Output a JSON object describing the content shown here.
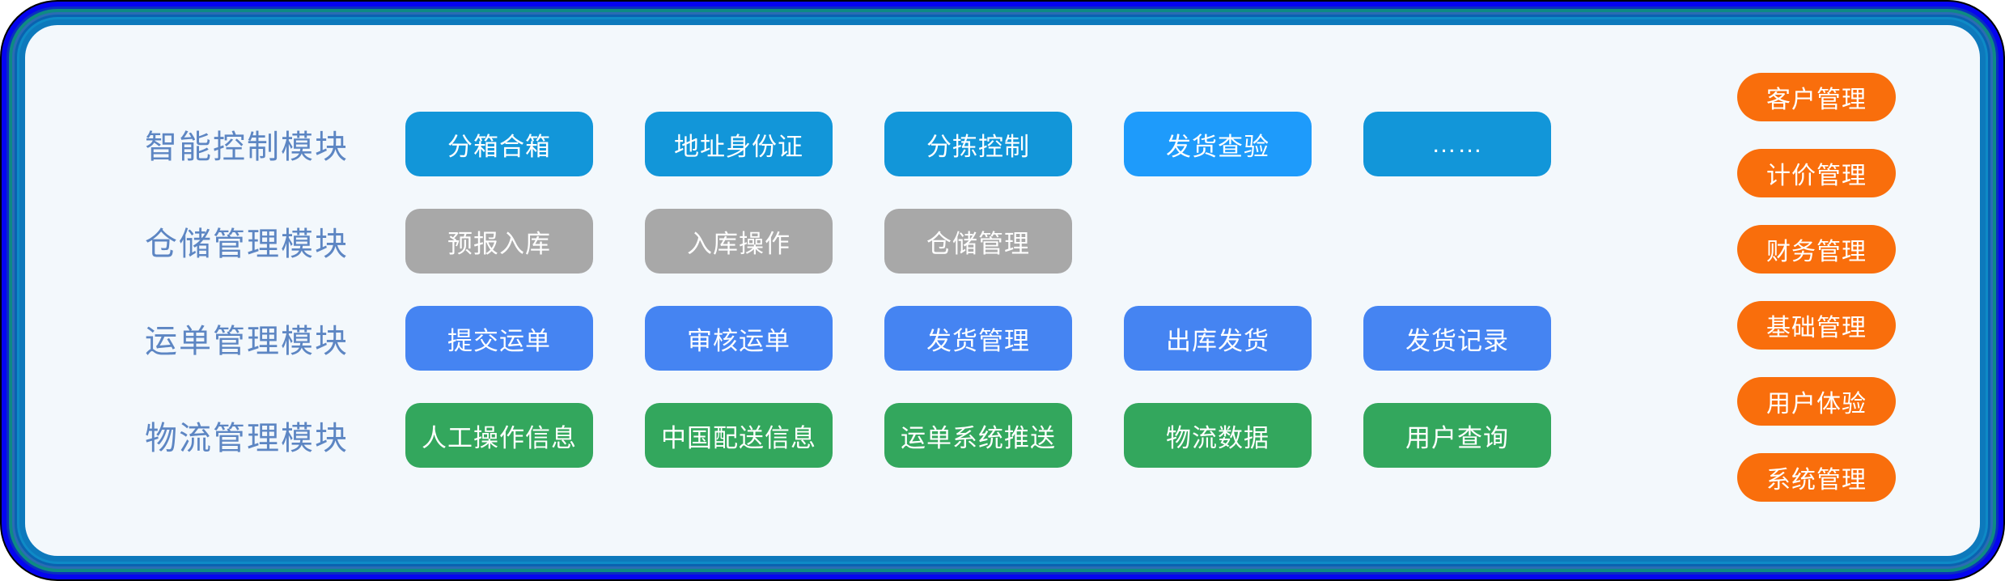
{
  "colors": {
    "panel_bg": "#f3f8fc",
    "label_text": "#5d86c3",
    "row1_blue": "#1296d9",
    "row1_bright_blue": "#1e9bfb",
    "row2_gray": "#a8a8a8",
    "row3_blue": "#4584f2",
    "row4_green": "#33a75d",
    "side_orange": "#f96e0c",
    "border_outer_blue": "#0505ef",
    "border_teal": "#0e8a84",
    "border_mid_blue": "#0d79bc"
  },
  "rows": [
    {
      "label": "智能控制模块",
      "color": "#1296d9",
      "buttons": [
        {
          "label": "分箱合箱"
        },
        {
          "label": "地址身份证"
        },
        {
          "label": "分拣控制"
        },
        {
          "label": "发货查验",
          "color": "#1e9bfb"
        },
        {
          "label": "……"
        }
      ]
    },
    {
      "label": "仓储管理模块",
      "color": "#a8a8a8",
      "buttons": [
        {
          "label": "预报入库"
        },
        {
          "label": "入库操作"
        },
        {
          "label": "仓储管理"
        }
      ]
    },
    {
      "label": "运单管理模块",
      "color": "#4584f2",
      "buttons": [
        {
          "label": "提交运单"
        },
        {
          "label": "审核运单"
        },
        {
          "label": "发货管理"
        },
        {
          "label": "出库发货"
        },
        {
          "label": "发货记录"
        }
      ]
    },
    {
      "label": "物流管理模块",
      "color": "#33a75d",
      "buttons": [
        {
          "label": "人工操作信息"
        },
        {
          "label": "中国配送信息"
        },
        {
          "label": "运单系统推送"
        },
        {
          "label": "物流数据"
        },
        {
          "label": "用户查询"
        }
      ]
    }
  ],
  "side_buttons": [
    {
      "label": "客户管理"
    },
    {
      "label": "计价管理"
    },
    {
      "label": "财务管理"
    },
    {
      "label": "基础管理"
    },
    {
      "label": "用户体验"
    },
    {
      "label": "系统管理"
    }
  ]
}
